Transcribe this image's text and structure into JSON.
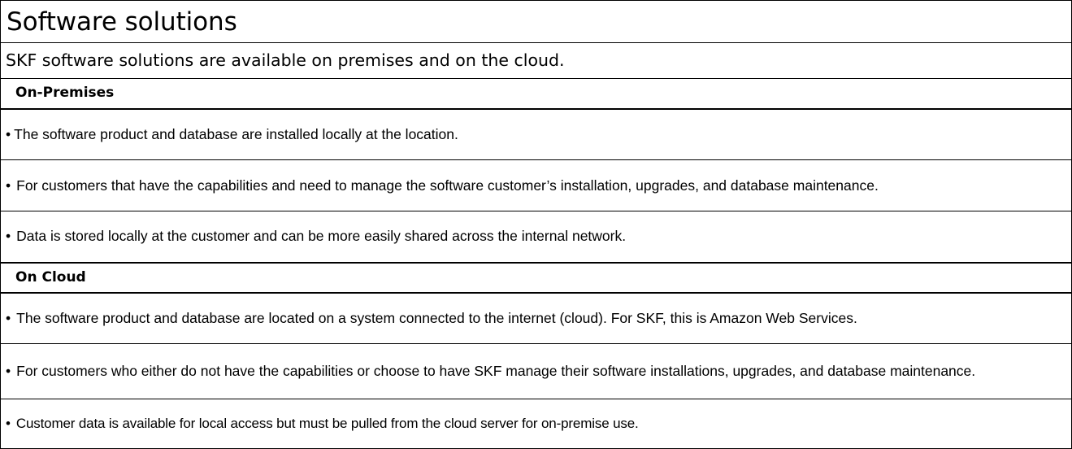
{
  "document": {
    "title": "Software solutions",
    "subtitle": "SKF software solutions are available on premises and on the cloud.",
    "bullet_glyph": "•",
    "sections": [
      {
        "heading": "On-Premises",
        "bullets": [
          "The software product and database are installed locally at the location.",
          "For customers that have the capabilities and need to manage the software customer’s installation, upgrades, and database maintenance.",
          "Data is stored locally at the customer and can be more easily shared across the internal network."
        ]
      },
      {
        "heading": "On Cloud",
        "bullets": [
          "The software product and database are located on a system connected to the internet (cloud). For SKF, this is Amazon Web Services.",
          "For customers who either do not have the capabilities or choose to have SKF manage their software installations, upgrades, and database maintenance.",
          "Customer data is available for local access but must be pulled from the cloud server for on-premise use."
        ]
      }
    ],
    "colors": {
      "text": "#000000",
      "background": "#ffffff",
      "border": "#000000"
    }
  }
}
